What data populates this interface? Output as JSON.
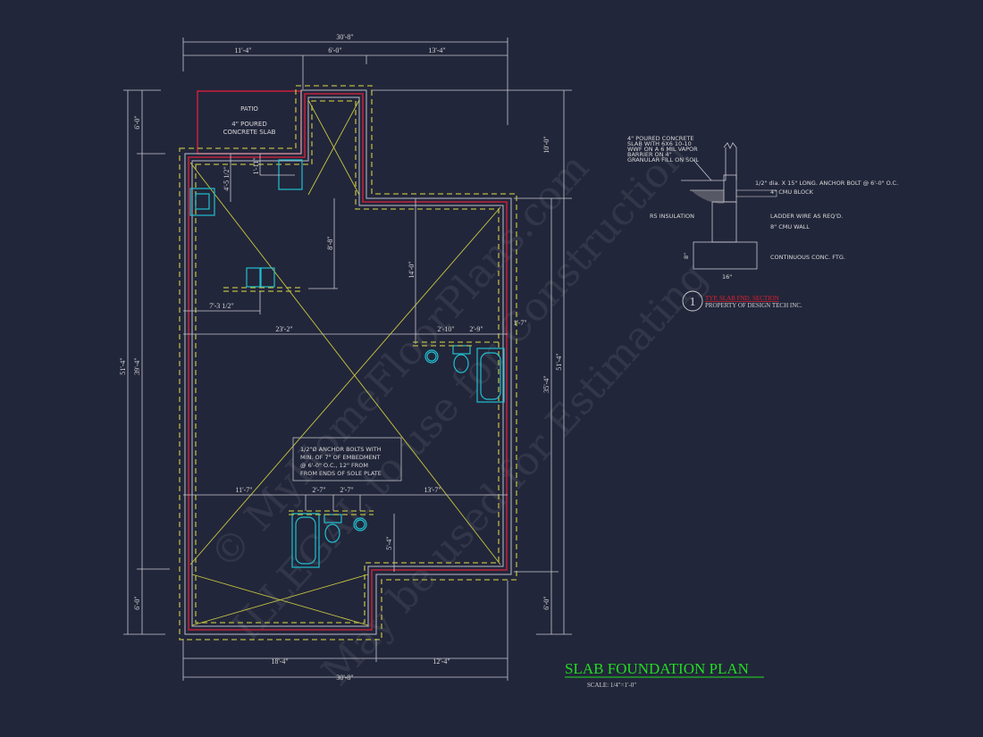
{
  "title": "SLAB FOUNDATION PLAN",
  "scale": "SCALE: 1/4\"=1'-0\"",
  "patio": {
    "label": "PATIO",
    "line1": "4\" POURED",
    "line2": "CONCRETE SLAB"
  },
  "anchor_note": [
    "1/2\"Ø ANCHOR BOLTS WITH",
    "MIN. OF 7\" OF EMBEDMENT",
    "@ 6'-0\" O.C., 12\" FROM",
    "FROM ENDS OF SOLE PLATE"
  ],
  "dimensions": {
    "top_overall": "30'-8\"",
    "top_left": "11'-4\"",
    "top_mid": "6'-0\"",
    "top_right": "13'-4\"",
    "left_overall": "51'-4\"",
    "left_patio": "6'-0\"",
    "left_main": "39'-4\"",
    "left_bottom": "6'-0\"",
    "right_overall": "51'-4\"",
    "right_top": "10'-0\"",
    "right_main": "35'-4\"",
    "right_bottom": "6'-0\"",
    "int_4_5": "4'-5 1/2\"",
    "int_1_11": "1'-11\"",
    "int_8_8": "8'-8\"",
    "int_7_3": "7'-3 1/2\"",
    "int_14_0": "14'-0\"",
    "int_23_2": "23'-2\"",
    "int_2_10": "2'-10\"",
    "int_2_9": "2'-9\"",
    "int_1_7": "1'-7\"",
    "int_11_7": "11'-7\"",
    "int_2_7a": "2'-7\"",
    "int_2_7b": "2'-7\"",
    "int_13_7": "13'-7\"",
    "int_5_4": "5'-4\"",
    "bottom_left": "18'-4\"",
    "bottom_right": "12'-4\"",
    "bottom_overall": "30'-8\""
  },
  "section": {
    "number": "1",
    "title": "TYP. SLAB FND. SECTION",
    "property": "PROPERTY OF DESIGN TECH INC.",
    "notes": {
      "slab": [
        "4\" POURED CONCRETE",
        "SLAB WITH 6X6 10-10",
        "WWF ON A 6 MIL VAPOR",
        "BARRIER ON 4\"",
        "GRANULAR FILL ON SOIL"
      ],
      "anchor": "1/2\" dia. X 15\" LONG. ANCHOR BOLT @ 6'-0\" O.C.",
      "block": "4\" CMU BLOCK",
      "insulation": "R5 INSULATION",
      "ladder": "LADDER WIRE AS REQ'D.",
      "wall": "8\" CMU WALL",
      "footing": "CONTINUOUS CONC. FTG.",
      "ftg_height": "8\"",
      "ftg_width": "16\""
    }
  },
  "watermark": [
    "© MyHomeFloorPlans.com",
    "ILLEGAL to use for Construction",
    "May be used for Estimating"
  ],
  "colors": {
    "background": "#22263a",
    "wall": "#c0203a",
    "footing": "#b8b840",
    "fixture": "#20c0d0",
    "title": "#22dd22"
  }
}
